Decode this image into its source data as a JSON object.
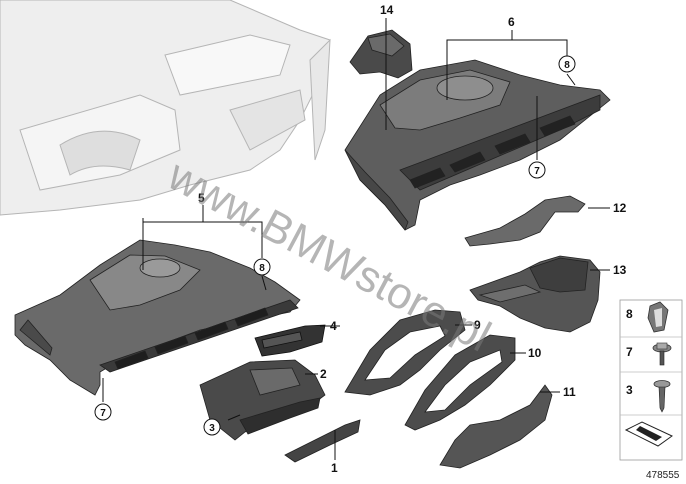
{
  "diagram": {
    "watermark": "www.BMWstore.pl",
    "doc_number": "478555",
    "callouts": [
      "1",
      "2",
      "3",
      "4",
      "5",
      "6",
      "7",
      "8",
      "9",
      "10",
      "11",
      "12",
      "13",
      "14"
    ],
    "circled": {
      "c7a": "7",
      "c8a": "8",
      "c7b": "7",
      "c8b": "8",
      "c3": "3"
    },
    "legend": [
      "8",
      "7",
      "3"
    ]
  }
}
